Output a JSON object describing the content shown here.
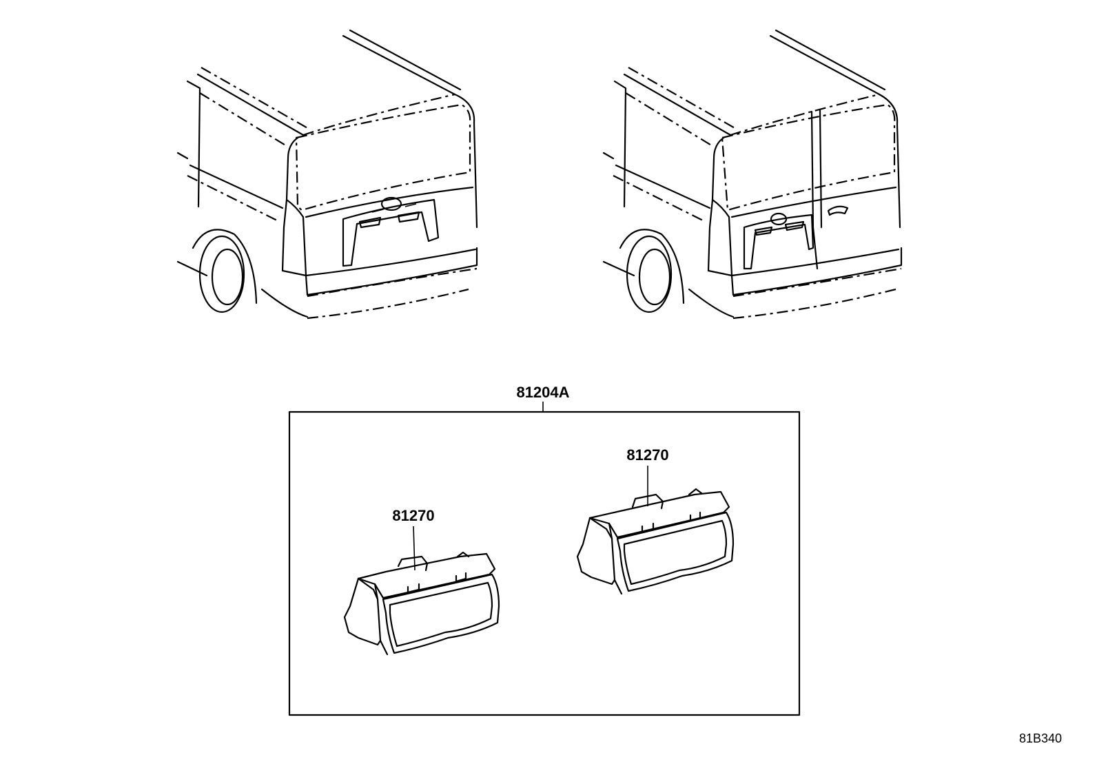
{
  "labels": {
    "kit": "81204A",
    "lamp_left": "81270",
    "lamp_right": "81270",
    "diagram_code": "81B340"
  },
  "views": [
    {
      "name": "van-single-rear-door"
    },
    {
      "name": "van-double-rear-doors"
    }
  ]
}
